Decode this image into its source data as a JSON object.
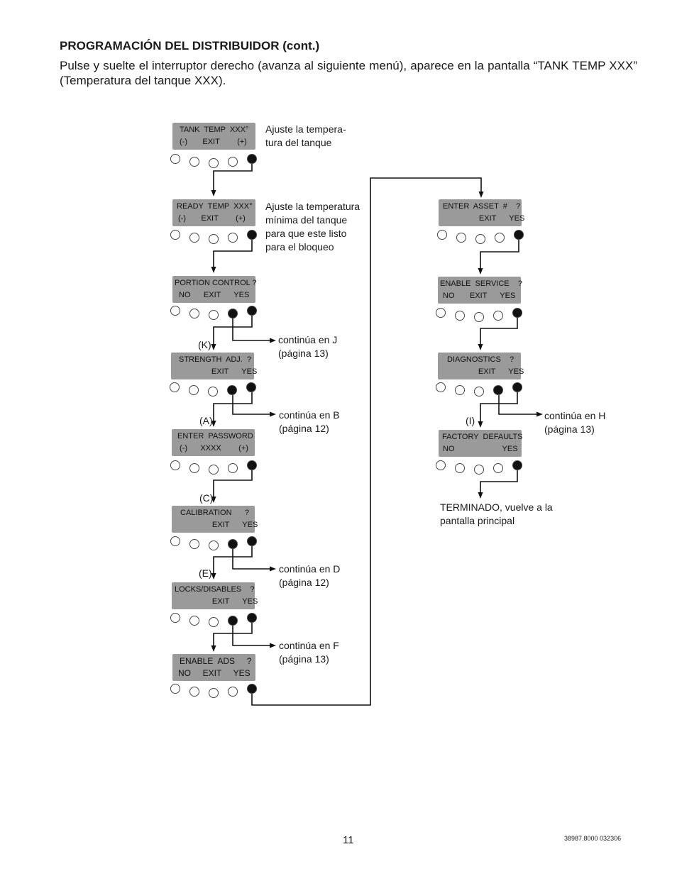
{
  "heading": "PROGRAMACIÓN DEL DISTRIBUIDOR (cont.)",
  "intro": "Pulse y suelte el interruptor derecho (avanza al siguiente menú), aparece en la pantalla “TANK TEMP XXX” (Temperatura del tanque XXX).",
  "screens": {
    "tank_temp": {
      "l1": "TANK  TEMP  XXX°",
      "l2": "(-)       EXIT        (+)"
    },
    "ready_temp": {
      "l1": "READY  TEMP  XXX°",
      "l2": "(-)       EXIT        (+)"
    },
    "portion_control": {
      "l1": "PORTION CONTROL ?",
      "l2": " NO      EXIT      YES"
    },
    "strength_adj": {
      "l1": "STRENGTH  ADJ.  ?",
      "l2": "                EXIT      YES"
    },
    "enter_password": {
      "l1": "ENTER  PASSWORD",
      "l2": " (-)      XXXX        (+)"
    },
    "calibration": {
      "l1": "CALIBRATION      ?",
      "l2": "                EXIT      YES"
    },
    "locks_disables": {
      "l1": "LOCKS/DISABLES    ?",
      "l2": "                EXIT      YES"
    },
    "enable_ads": {
      "l1": "ENABLE  ADS     ?",
      "l2": "NO     EXIT     YES"
    },
    "enter_asset": {
      "l1": "ENTER  ASSET  #    ?",
      "l2": "                EXIT      YES"
    },
    "enable_service": {
      "l1": "ENABLE  SERVICE    ?",
      "l2": "NO       EXIT      YES"
    },
    "diagnostics": {
      "l1": "DIAGNOSTICS    ?",
      "l2": "                EXIT      YES"
    },
    "factory_defaults": {
      "l1": "FACTORY  DEFAULTS",
      "l2": "NO                      YES"
    }
  },
  "notes": {
    "tank_temp": "Ajuste la tempera-\ntura del tanque",
    "ready_temp": "Ajuste la temperatura\nmínima del tanque\npara que este listo\npara el bloqueo",
    "cont_j": "continúa en J\n(página 13)",
    "cont_b": "continúa en B\n(página 12)",
    "cont_d": "continúa en D\n(página 12)",
    "cont_f": "continúa en F\n(página 13)",
    "cont_h": "continúa en H\n(página 13)",
    "terminado": "TERMINADO, vuelve a la\npantalla principal"
  },
  "tags": {
    "k": "(K)",
    "a": "(A)",
    "c": "(C)",
    "e": "(E)",
    "i": "(I)"
  },
  "page_number": "11",
  "doc_number": "38987.8000 032306"
}
